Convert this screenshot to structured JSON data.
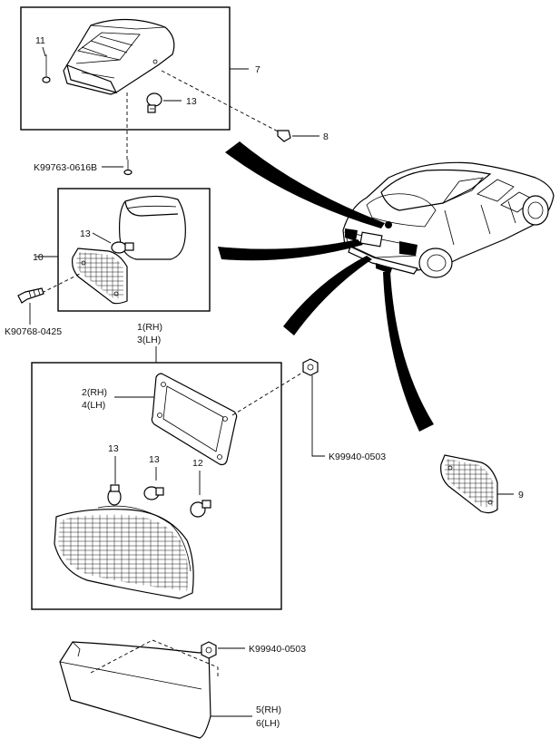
{
  "callouts": {
    "c11": "11",
    "c7": "7",
    "c13_top": "13",
    "c8": "8",
    "k_0616b": "K99763-0616B",
    "c13_mid": "13",
    "c10": "10",
    "k_0425": "K90768-0425",
    "c1_rh": "1(RH)",
    "c3_lh": "3(LH)",
    "c2_rh": "2(RH)",
    "c4_lh": "4(LH)",
    "k_0503_a": "K99940-0503",
    "c13_low_a": "13",
    "c13_low_b": "13",
    "c12": "12",
    "c9": "9",
    "k_0503_b": "K99940-0503",
    "c5_rh": "5(RH)",
    "c6_lh": "6(LH)"
  }
}
